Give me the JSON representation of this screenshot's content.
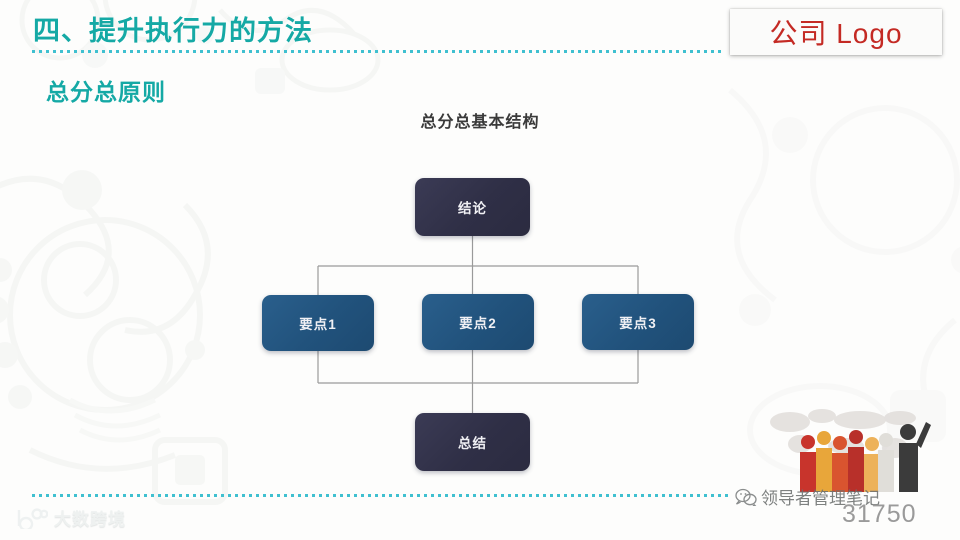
{
  "slide": {
    "title": "四、提升执行力的方法",
    "subtitle": "总分总原则",
    "logo_label": "公司 Logo",
    "accent_color": "#15a9a5",
    "rule_color": "#3fc0d0",
    "logo_color": "#c42a24"
  },
  "diagram": {
    "title": "总分总基本结构",
    "type": "org-chart",
    "nodes": {
      "conclusion": {
        "label": "结论",
        "color": "#2f2f46"
      },
      "point1": {
        "label": "要点1",
        "color": "#21527c"
      },
      "point2": {
        "label": "要点2",
        "color": "#21527c"
      },
      "point3": {
        "label": "要点3",
        "color": "#21527c"
      },
      "summary": {
        "label": "总结",
        "color": "#2f2f46"
      }
    },
    "connector_color": "#9a9a9a"
  },
  "watermarks": {
    "bottom_left": {
      "text": "大数跨境",
      "icon": "brand-mark-icon"
    },
    "bottom_right": {
      "text": "领导者管理笔记",
      "icon": "wechat-icon",
      "number": "31750",
      "art": "people-world-map-illustration"
    }
  }
}
